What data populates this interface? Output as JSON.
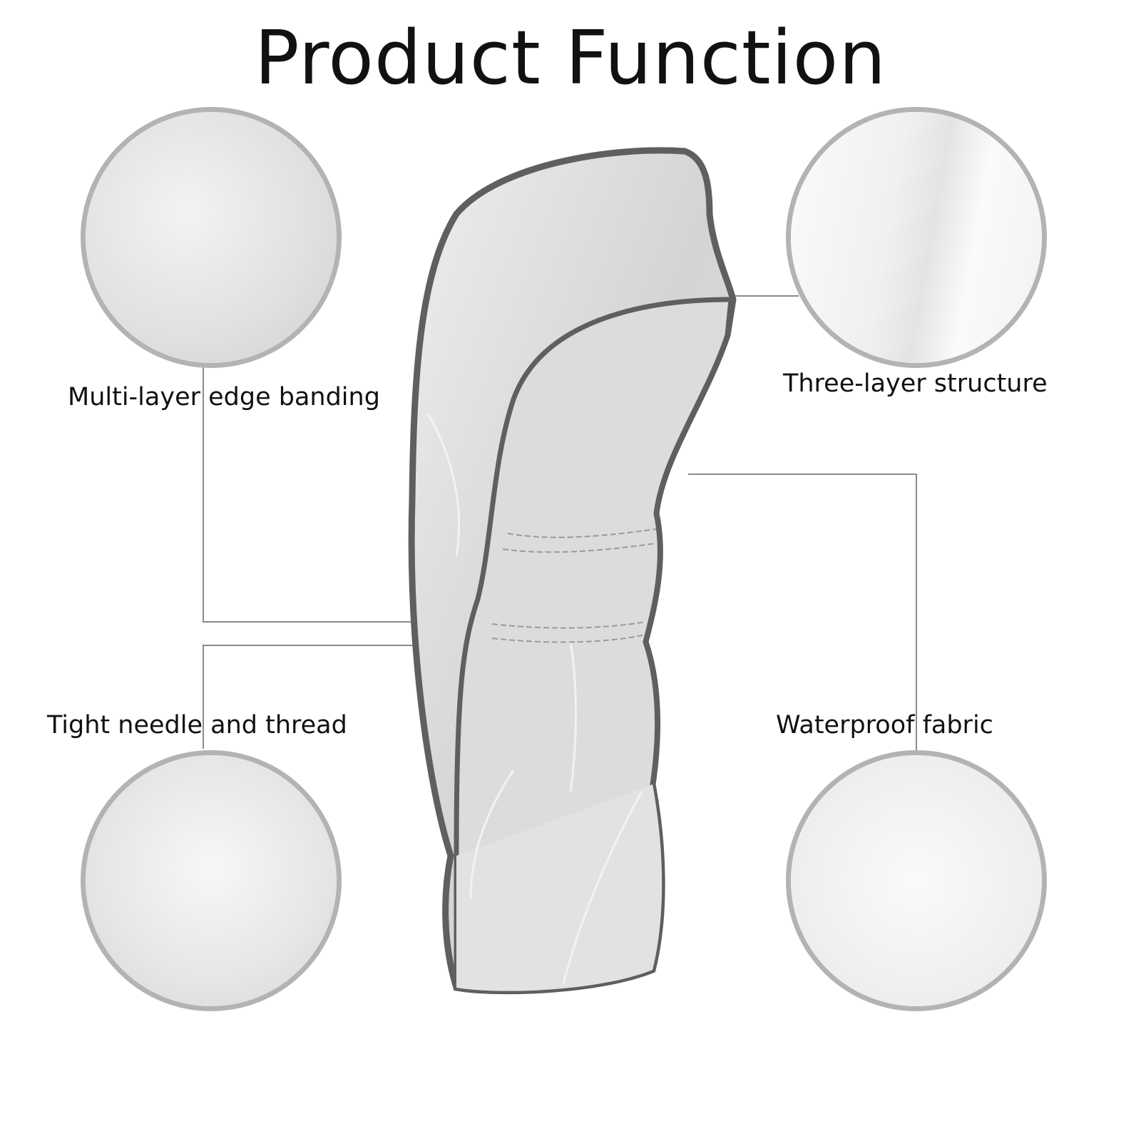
{
  "title": "Product Function",
  "features": [
    {
      "label": "Multi-layer edge banding"
    },
    {
      "label": "Three-layer structure"
    },
    {
      "label": "Tight needle and thread"
    },
    {
      "label": "Waterproof fabric"
    }
  ],
  "colors": {
    "circle_border": "#b3b3b3",
    "piping": "#5f5f5f",
    "fabric": "#d9d9d9",
    "leader_line": "#8a8a8a"
  }
}
